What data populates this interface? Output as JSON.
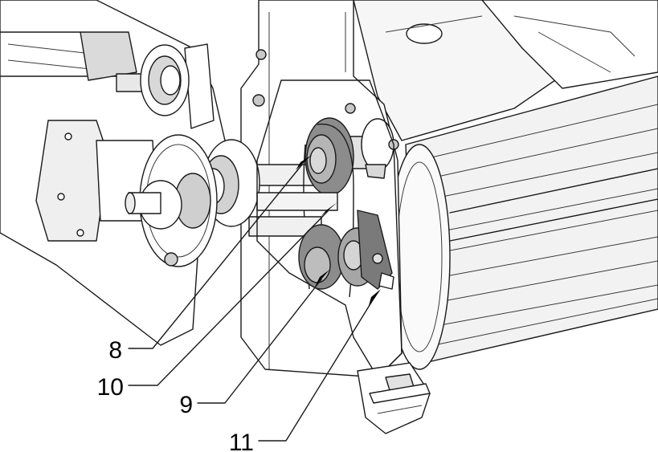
{
  "callouts": [
    {
      "label": "8"
    },
    {
      "label": "10"
    },
    {
      "label": "9"
    },
    {
      "label": "11"
    }
  ],
  "colors": {
    "paper": "#ffffff",
    "line": "#1a1a1a",
    "light_gray": "#ececec",
    "mid_gray": "#b5b5b5",
    "dark_gray": "#5a5a5a",
    "shadow_gray": "#8c8c8c"
  }
}
